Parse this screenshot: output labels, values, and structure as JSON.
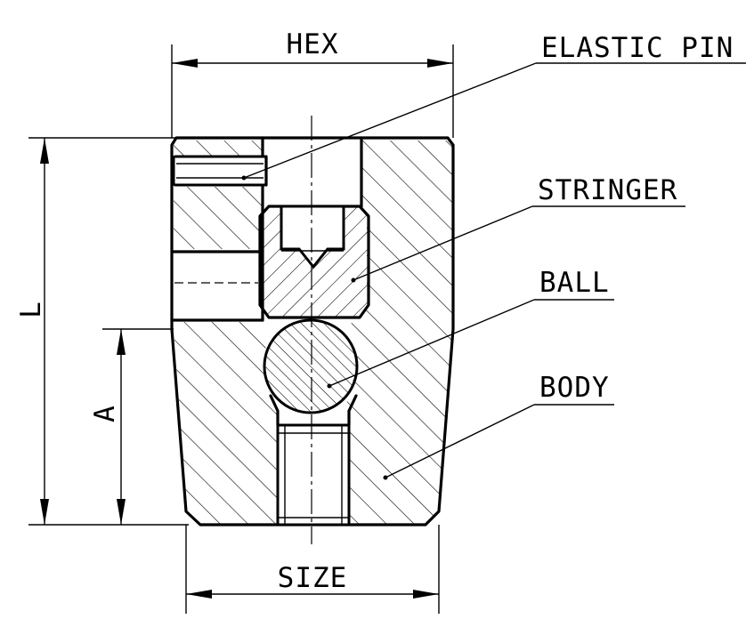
{
  "labels": {
    "hex": "HEX",
    "size": "SIZE",
    "length": "L",
    "a": "A",
    "elastic_pin": "ELASTIC PIN",
    "stringer": "STRINGER",
    "ball": "BALL",
    "body": "BODY"
  },
  "colors": {
    "line": "#000000",
    "background": "#ffffff"
  }
}
